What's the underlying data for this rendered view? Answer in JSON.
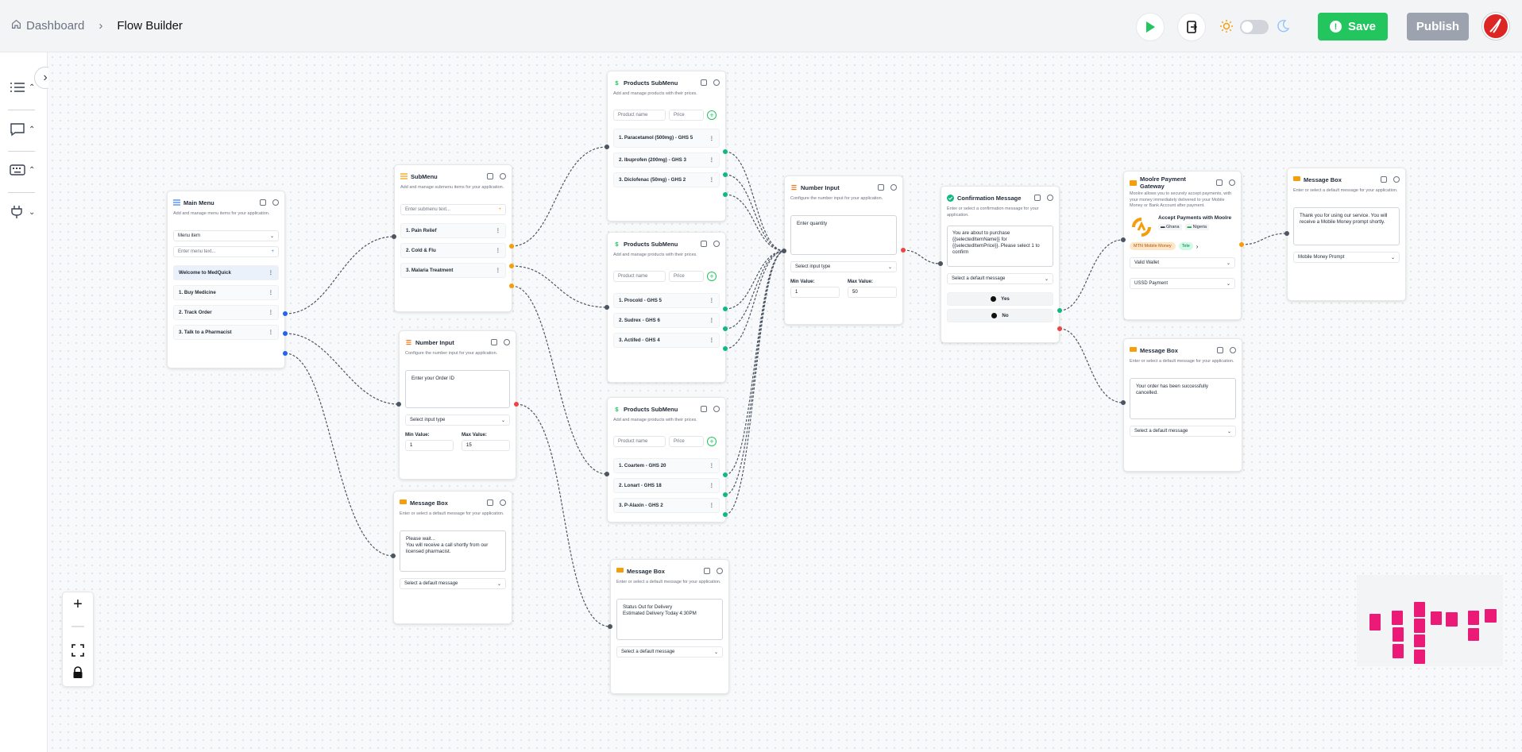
{
  "breadcrumb": {
    "home": "Dashboard",
    "current": "Flow Builder"
  },
  "toolbar": {
    "save_label": "Save",
    "publish_label": "Publish"
  },
  "colors": {
    "save_green": "#22c55e",
    "publish_gray": "#9ca3af",
    "edge_orange": "#f59e0b",
    "edge_green": "#10b981",
    "edge_blue": "#2563eb",
    "edge_red": "#ef4444",
    "minimap_node": "#ec1a77"
  },
  "nodes": {
    "main_menu": {
      "title": "Main Menu",
      "desc": "Add and manage menu items for your application.",
      "select": "Menu item",
      "input_placeholder": "Enter menu text...",
      "welcome": "Welcome to MedQuick",
      "items": [
        "1. Buy Medicine",
        "2. Track Order",
        "3. Talk to a Pharmacist"
      ]
    },
    "submenu": {
      "title": "SubMenu",
      "desc": "Add and manage submenu items for your application.",
      "input_placeholder": "Enter submenu text...",
      "items": [
        "1. Pain Relief",
        "2. Cold & Flu",
        "3. Malaria Treatment"
      ]
    },
    "number_input_1": {
      "title": "Number Input",
      "desc": "Configure the number input for your application.",
      "text": "Enter your Order ID",
      "select": "Select input type",
      "min_label": "Min Value:",
      "max_label": "Max Value:",
      "min": "1",
      "max": "15"
    },
    "message_box_1": {
      "title": "Message Box",
      "desc": "Enter or select a default message for your application.",
      "text": "Please wait...\nYou will receive a call shortly from our licensed pharmacist.",
      "select": "Select a default message"
    },
    "products_1": {
      "title": "Products SubMenu",
      "desc": "Add and manage products with their prices.",
      "name_placeholder": "Product name",
      "price_placeholder": "Price",
      "items": [
        "1. Paracetamol (500mg) - GHS 5",
        "2. Ibuprofen (200mg) - GHS 3",
        "3. Diclofenac (50mg) - GHS 2"
      ]
    },
    "products_2": {
      "title": "Products SubMenu",
      "desc": "Add and manage products with their prices.",
      "name_placeholder": "Product name",
      "price_placeholder": "Price",
      "items": [
        "1. Procold - GHS 5",
        "2. Sudrex - GHS 6",
        "3. Actifed - GHS 4"
      ]
    },
    "products_3": {
      "title": "Products SubMenu",
      "desc": "Add and manage products with their prices.",
      "name_placeholder": "Product name",
      "price_placeholder": "Price",
      "items": [
        "1. Coartem - GHS 20",
        "2. Lonart - GHS 18",
        "3. P-Alaxin - GHS 2"
      ]
    },
    "message_box_2": {
      "title": "Message Box",
      "desc": "Enter or select a default message for your application.",
      "text": "Status Out for Delivery\nEstimated Delivery Today 4:30PM",
      "select": "Select a default message"
    },
    "number_input_2": {
      "title": "Number Input",
      "desc": "Configure the number input for your application.",
      "text": "Enter quantity",
      "select": "Select input type",
      "min_label": "Min Value:",
      "max_label": "Max Value:",
      "min": "1",
      "max": "50"
    },
    "confirmation": {
      "title": "Confirmation Message",
      "desc": "Enter or select a confirmation message for your application.",
      "text": "You are about to purchase {{selectedItemName}} for {{selectedItemPrice}}. Please select 1 to confirm",
      "select": "Select a default message",
      "yes": "Yes",
      "no": "No"
    },
    "payment": {
      "title": "Moolre Payment Gateway",
      "desc": "Moolre allows you to securely accept payments, with your money immediately delivered to your Mobile Money or Bank Account after payment.",
      "banner_title": "Accept Payments with Moolre",
      "country_1": "Ghana",
      "country_2": "Nigeria",
      "chip_1": "MTN Mobile Money",
      "chip_2": "Tele",
      "select_1": "Valid Wallet",
      "select_2": "USSD Payment"
    },
    "message_box_3": {
      "title": "Message Box",
      "desc": "Enter or select a default message for your application.",
      "text": "Thank you for using our service. You will receive a Mobile Money prompt shortly.",
      "select": "Mobile Money Prompt"
    },
    "message_box_4": {
      "title": "Message Box",
      "desc": "Enter or select a default message for your application.",
      "text": "Your order has been successfully cancelled.",
      "select": "Select a default message"
    }
  }
}
